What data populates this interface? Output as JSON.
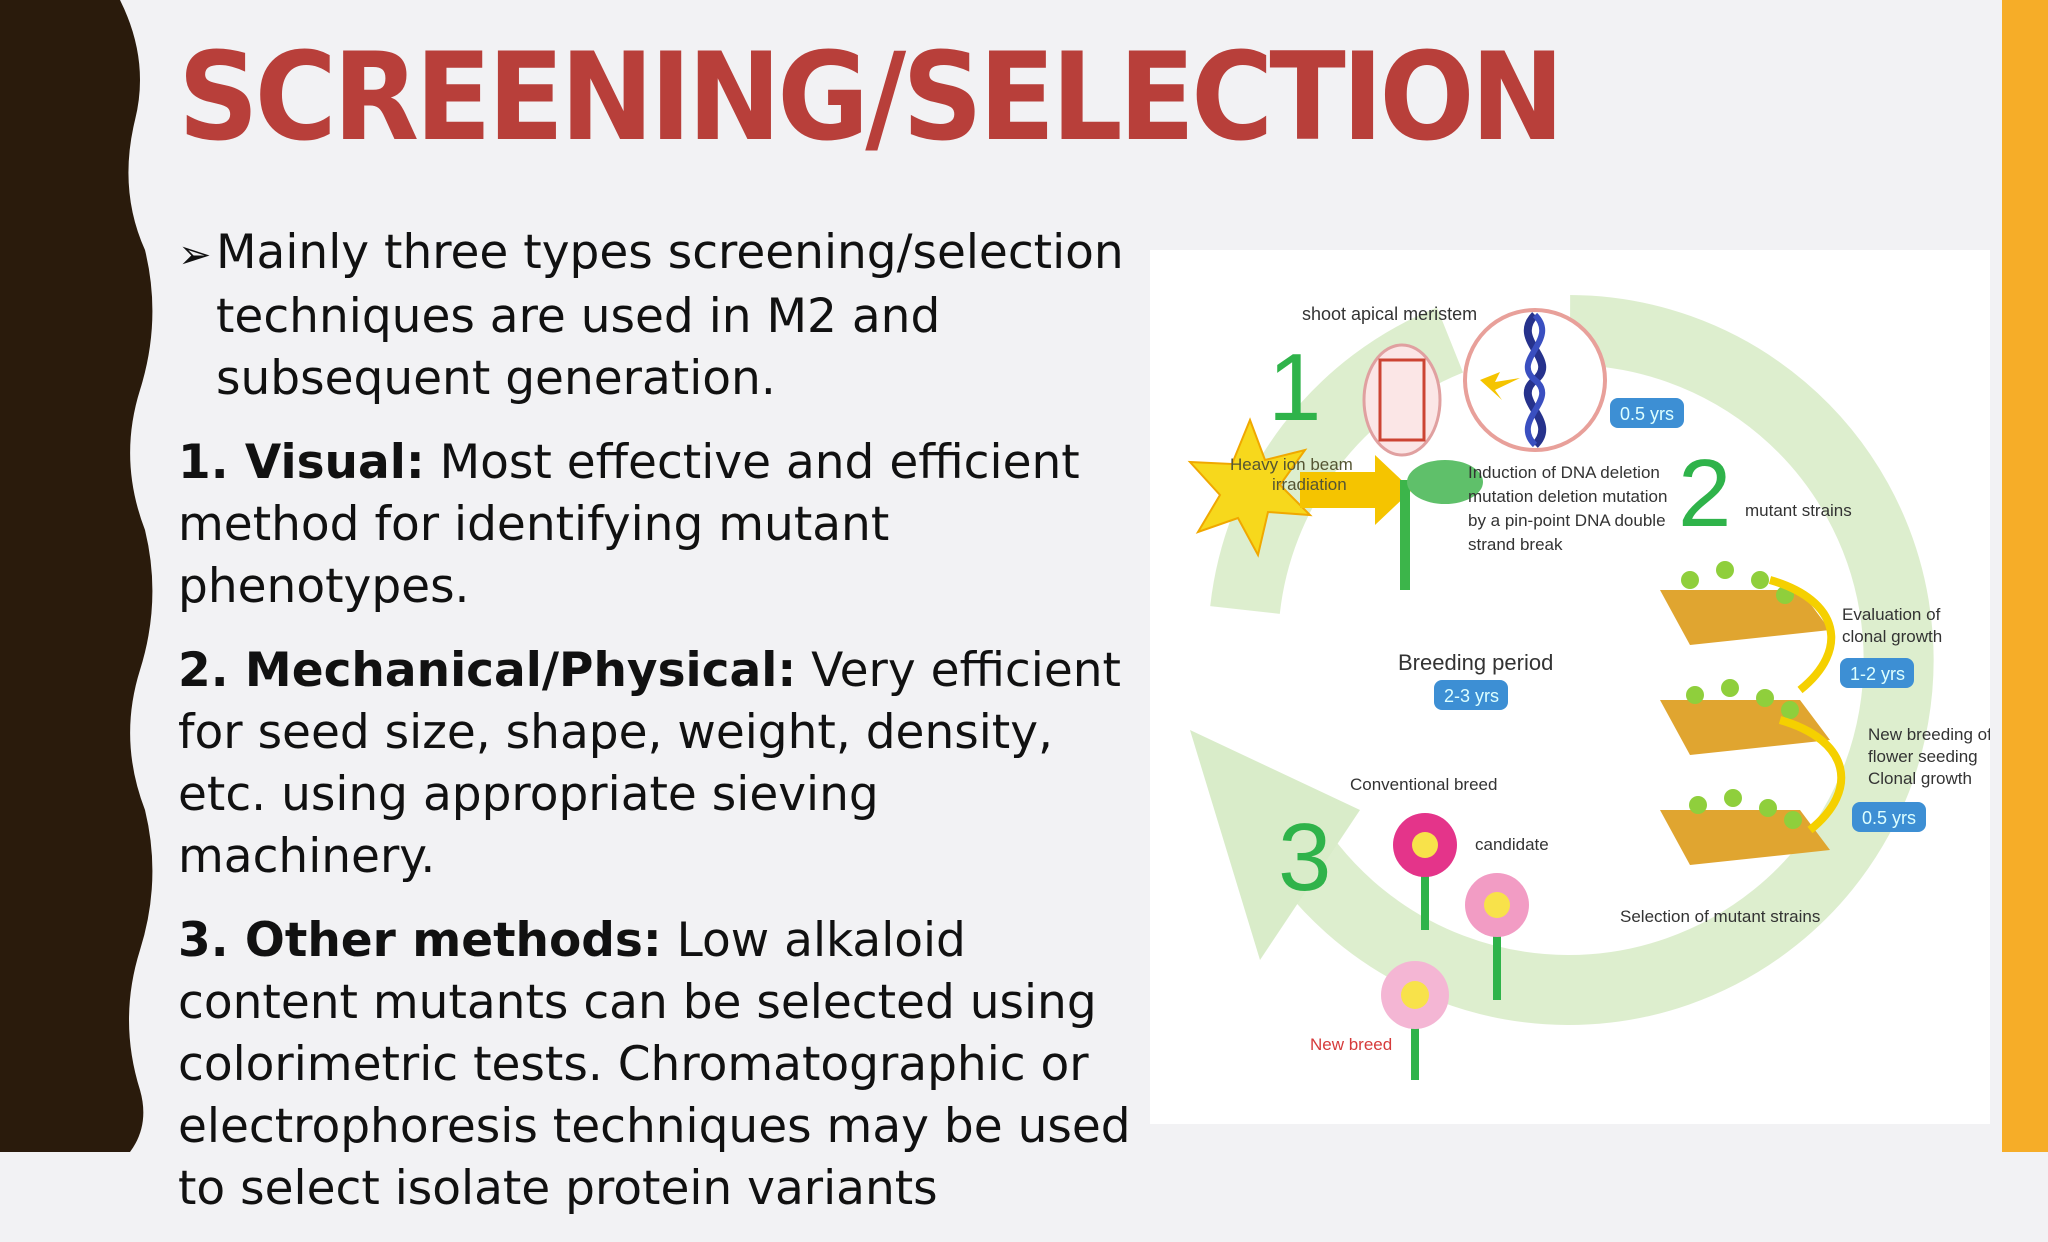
{
  "slide": {
    "title": "SCREENING/SELECTION",
    "intro": "Mainly three types screening/selection techniques are used in M2 and subsequent generation.",
    "items": [
      {
        "label": "1. Visual:",
        "text": " Most effective and efficient method for identifying mutant phenotypes."
      },
      {
        "label": "2. Mechanical/Physical:",
        "text": " Very efficient for seed size, shape, weight, density, etc. using appropriate sieving machinery."
      },
      {
        "label": "3. Other methods:",
        "text": " Low alkaloid content mutants can be selected using colorimetric tests. Chromatographic or electrophoresis techniques may be used to select isolate protein variants"
      }
    ]
  },
  "figure": {
    "step_numbers": [
      "1",
      "2",
      "3"
    ],
    "labels": {
      "meristem": "shoot apical meristem",
      "irradiation_1": "Heavy ion beam",
      "irradiation_2": "irradiation",
      "dna_1": "Induction of DNA deletion",
      "dna_2": "mutation deletion mutation",
      "dna_3": "by a pin-point DNA double",
      "dna_4": "strand break",
      "mutant_strains": "mutant strains",
      "eval_1": "Evaluation of",
      "eval_2": "clonal growth",
      "newbreed_1": "New breeding of",
      "newbreed_2": "flower seeding",
      "newbreed_3": "Clonal growth",
      "breeding_period": "Breeding period",
      "conventional": "Conventional breed",
      "candidate": "candidate",
      "new_breed": "New breed",
      "selection": "Selection of mutant strains"
    },
    "durations": {
      "top": "0.5 yrs",
      "eval": "1-2 yrs",
      "period": "2-3 yrs",
      "newbreed": "0.5 yrs"
    },
    "colors": {
      "cycle": "#d9ecc9",
      "number": "#2fb34a",
      "badge": "#3d8fd4",
      "red_label": "#d63b3b",
      "tray": "#e0a530"
    }
  }
}
